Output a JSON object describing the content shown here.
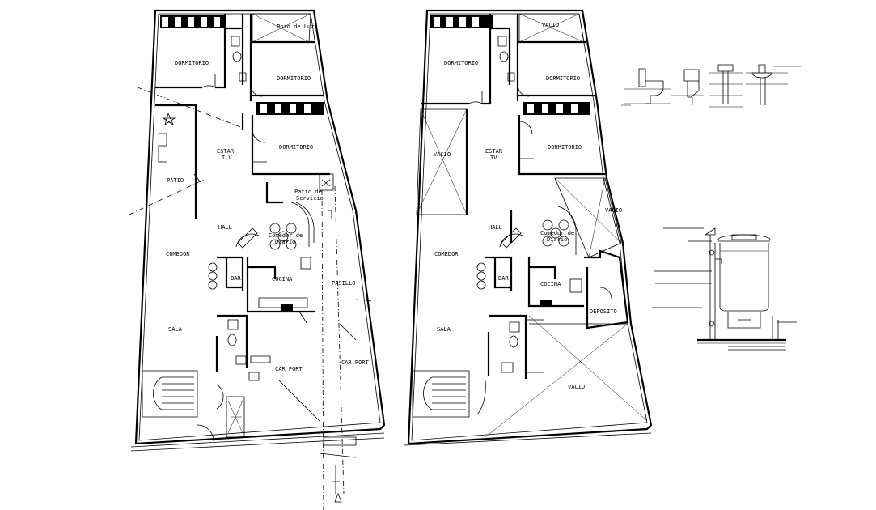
{
  "plan_left": {
    "rooms": {
      "dormitorio_1": "DORMITORIO",
      "dormitorio_2": "DORMITORIO",
      "dormitorio_3": "DORMITORIO",
      "pozo_de_luz": "Pozo de Luz",
      "estar_tv_line1": "ESTAR",
      "estar_tv_line2": "T.V",
      "patio": "PATIO",
      "patio_servicio_line1": "Patio de",
      "patio_servicio_line2": "Servicio",
      "hall": "HALL",
      "comedor_diario_line1": "Comedor de",
      "comedor_diario_line2": "Diario",
      "comedor": "COMEDOR",
      "bar": "BAR",
      "cocina": "COCINA",
      "pasillo": "PASILLO",
      "sala": "SALA",
      "car_port_1": "CAR PORT",
      "car_port_2": "CAR PORT"
    }
  },
  "plan_right": {
    "rooms": {
      "vacio_top": "VACIO",
      "dormitorio_1": "DORMITORIO",
      "dormitorio_2": "DORMITORIO",
      "dormitorio_3": "DORMITORIO",
      "vacio_left": "VACIO",
      "estar_tv_line1": "ESTAR",
      "estar_tv_line2": "TV",
      "hall": "HALL",
      "comedor_diario_line1": "Comedor de",
      "comedor_diario_line2": "Diario",
      "vacio_mid": "VACIO",
      "comedor": "COMEDOR",
      "bar": "BAR",
      "cocina": "COCINA",
      "deposito": "DEPOSITO",
      "sala": "SALA",
      "vacio_bottom": "VACIO"
    }
  }
}
